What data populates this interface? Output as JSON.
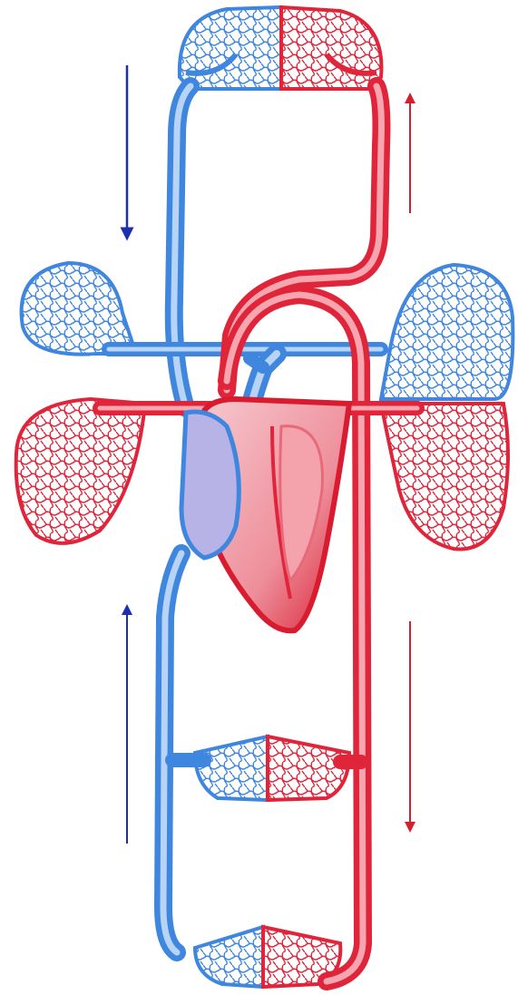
{
  "diagram": {
    "colors": {
      "oxygenated": "#e0243a",
      "oxygenated_light": "#f4a3ad",
      "deoxygenated": "#3f86df",
      "deoxygenated_light": "#a9c9f2",
      "arrow_blue": "#1b2fb0",
      "arrow_red": "#d4202d",
      "heart_fill": "#f3b6bf",
      "atrium_fill": "#b7b3e6"
    },
    "flow_arrows": [
      {
        "name": "arrow-venous-return-upper",
        "color": "blue",
        "direction": "down"
      },
      {
        "name": "arrow-arterial-upper",
        "color": "red",
        "direction": "up"
      },
      {
        "name": "arrow-venous-return-lower",
        "color": "blue",
        "direction": "up"
      },
      {
        "name": "arrow-arterial-lower",
        "color": "red",
        "direction": "down"
      }
    ],
    "capillary_beds": [
      "head",
      "left-lung",
      "right-lung",
      "trunk",
      "legs"
    ]
  }
}
